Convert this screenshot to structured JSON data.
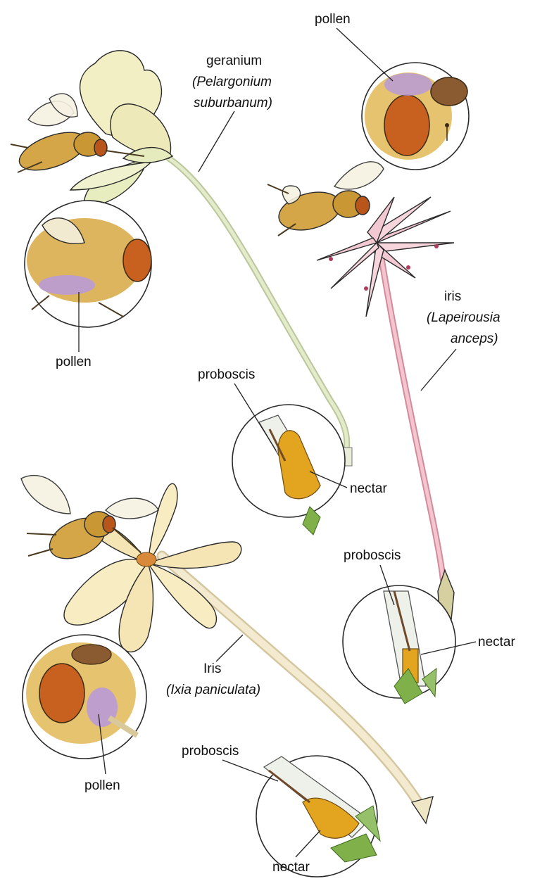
{
  "labels": {
    "geranium_common": "geranium",
    "geranium_latin_1": "(Pelargonium",
    "geranium_latin_2": "suburbanum)",
    "pollen_top_right": "pollen",
    "pollen_left_upper": "pollen",
    "pollen_left_lower": "pollen",
    "iris_lap_common": "iris",
    "iris_lap_latin_1": "(Lapeirousia",
    "iris_lap_latin_2": "anceps)",
    "proboscis_mid": "proboscis",
    "nectar_mid": "nectar",
    "proboscis_right": "proboscis",
    "nectar_right": "nectar",
    "iris_ixia_common": "Iris",
    "iris_ixia_latin": "(Ixia paniculata)",
    "proboscis_bottom": "proboscis",
    "nectar_bottom": "nectar"
  },
  "colors": {
    "geranium_petal": "#f3efc4",
    "geranium_stem": "#d9e2b8",
    "iris_pink_petal": "#f2c9d3",
    "iris_pink_stem": "#e9a9b6",
    "ixia_petal": "#f8ecc2",
    "fly_body": "#c8962e",
    "fly_eye": "#b8551b",
    "pollen": "#b99ad6",
    "nectar": "#e3a51f",
    "green_bract": "#7fb04a"
  }
}
